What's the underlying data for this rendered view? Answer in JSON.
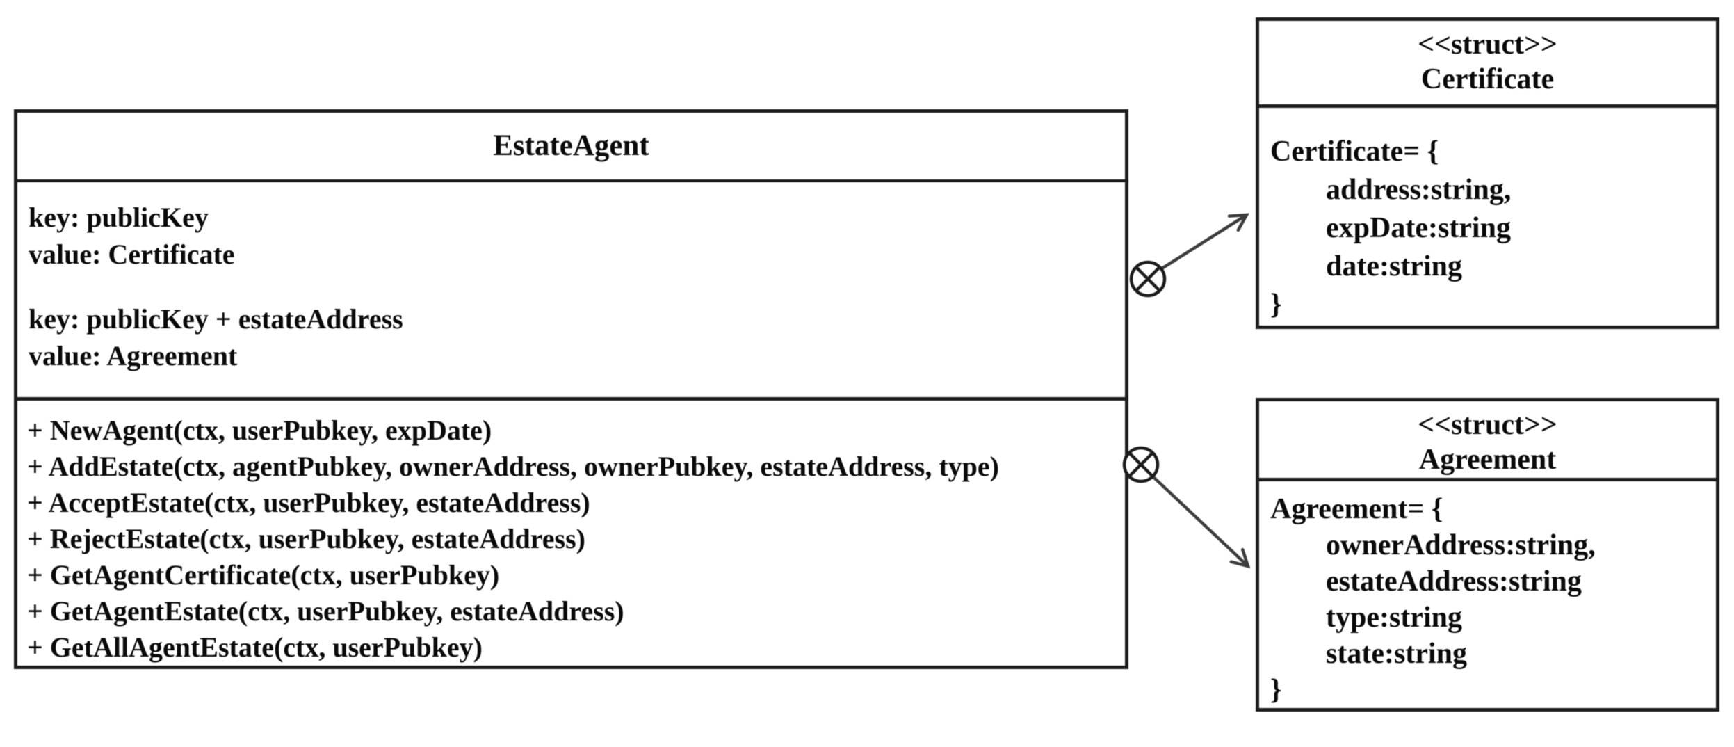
{
  "estate_agent": {
    "title": "EstateAgent",
    "attributes": [
      "key: publicKey",
      "value: Certificate",
      "",
      "key: publicKey + estateAddress",
      "value: Agreement"
    ],
    "methods": [
      "+ NewAgent(ctx, userPubkey, expDate)",
      "+ AddEstate(ctx, agentPubkey, ownerAddress, ownerPubkey, estateAddress, type)",
      "+ AcceptEstate(ctx, userPubkey, estateAddress)",
      "+ RejectEstate(ctx, userPubkey, estateAddress)",
      "+ GetAgentCertificate(ctx, userPubkey)",
      "+ GetAgentEstate(ctx, userPubkey, estateAddress)",
      "+ GetAllAgentEstate(ctx, userPubkey)"
    ]
  },
  "certificate": {
    "stereotype": "<<struct>>",
    "title": "Certificate",
    "body": [
      "Certificate= {",
      "address:string,",
      "expDate:string",
      "date:string",
      "}"
    ]
  },
  "agreement": {
    "stereotype": "<<struct>>",
    "title": "Agreement",
    "body": [
      "Agreement= {",
      "ownerAddress:string,",
      "estateAddress:string",
      "type:string",
      "state:string",
      "}"
    ]
  },
  "colors": {
    "line": "#1c1c1c",
    "connector": "#3d3d3d",
    "text": "#0a0a0a",
    "background": "#ffffff"
  }
}
